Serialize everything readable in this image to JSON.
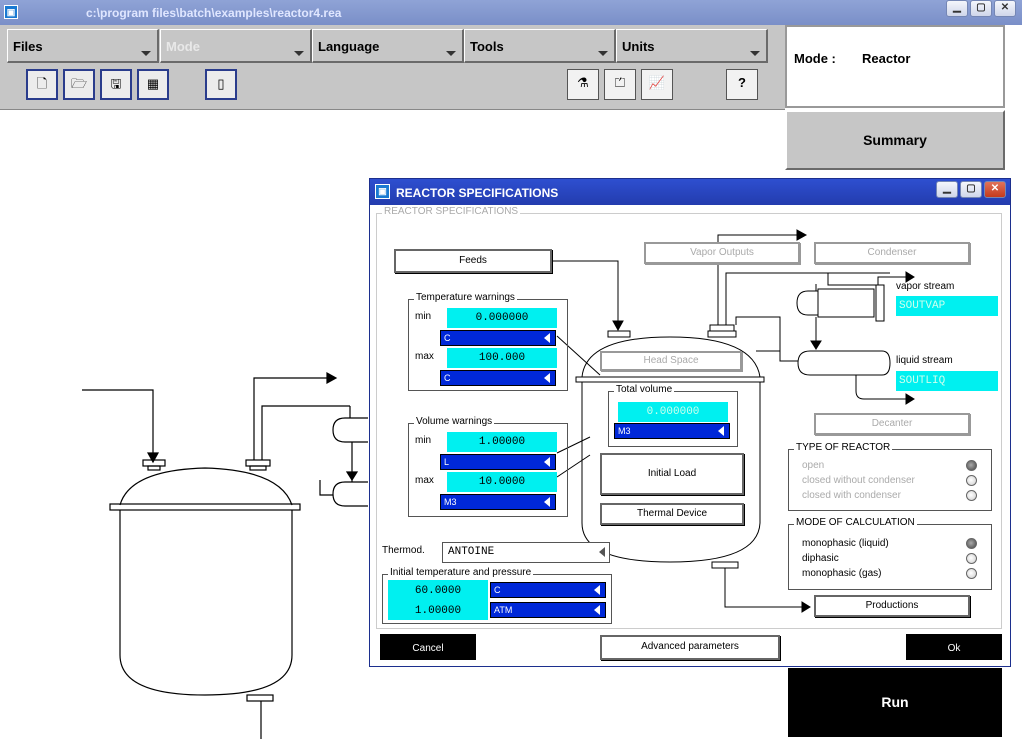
{
  "window": {
    "title": "c:\\program files\\batch\\examples\\reactor4.rea",
    "app_icon": "app-icon"
  },
  "menu": {
    "files": "Files",
    "mode": "Mode",
    "language": "Language",
    "tools": "Tools",
    "units": "Units"
  },
  "toolbar": {
    "new_icon": "new-file-icon",
    "open_icon": "open-folder-icon",
    "save_icon": "save-disk-icon",
    "calc_icon": "calculator-icon",
    "exit_icon": "exit-door-icon",
    "run_icon": "run-flask-icon",
    "sim_icon": "simulation-icon",
    "chart_icon": "chart-icon",
    "help_label": "?"
  },
  "mode_panel": {
    "label": "Mode :",
    "value": "Reactor"
  },
  "side": {
    "summary": "Summary",
    "run": "Run"
  },
  "dialog": {
    "title": "REACTOR SPECIFICATIONS",
    "group_label": "REACTOR SPECIFICATIONS",
    "feeds": "Feeds",
    "vapor_outputs": "Vapor Outputs",
    "condenser": "Condenser",
    "vapor_stream_label": "vapor stream",
    "vapor_stream_value": "SOUTVAP",
    "liquid_stream_label": "liquid stream",
    "liquid_stream_value": "SOUTLIQ",
    "decanter": "Decanter",
    "head_space": "Head Space",
    "total_volume": {
      "title": "Total volume",
      "value": "0.000000",
      "unit": "M3"
    },
    "initial_load": "Initial Load",
    "thermal_device": "Thermal Device",
    "productions": "Productions",
    "temperature_warnings": {
      "title": "Temperature warnings",
      "min_label": "min",
      "min_value": "0.000000",
      "min_unit": "C",
      "max_label": "max",
      "max_value": "100.000",
      "max_unit": "C"
    },
    "volume_warnings": {
      "title": "Volume warnings",
      "min_label": "min",
      "min_value": "1.00000",
      "min_unit": "L",
      "max_label": "max",
      "max_value": "10.0000",
      "max_unit": "M3"
    },
    "thermod_label": "Thermod.",
    "thermod_value": "ANTOINE",
    "init_tp": {
      "title": "Initial temperature and pressure",
      "temp_value": "60.0000",
      "temp_unit": "C",
      "press_value": "1.00000",
      "press_unit": "ATM"
    },
    "reactor_type": {
      "title": "TYPE OF REACTOR",
      "options": [
        "open",
        "closed without condenser",
        "closed with condenser"
      ],
      "selected": 0
    },
    "calc_mode": {
      "title": "MODE OF CALCULATION",
      "options": [
        "monophasic (liquid)",
        "diphasic",
        "monophasic (gas)"
      ],
      "selected": 0
    },
    "cancel": "Cancel",
    "advanced": "Advanced parameters",
    "ok": "Ok"
  }
}
